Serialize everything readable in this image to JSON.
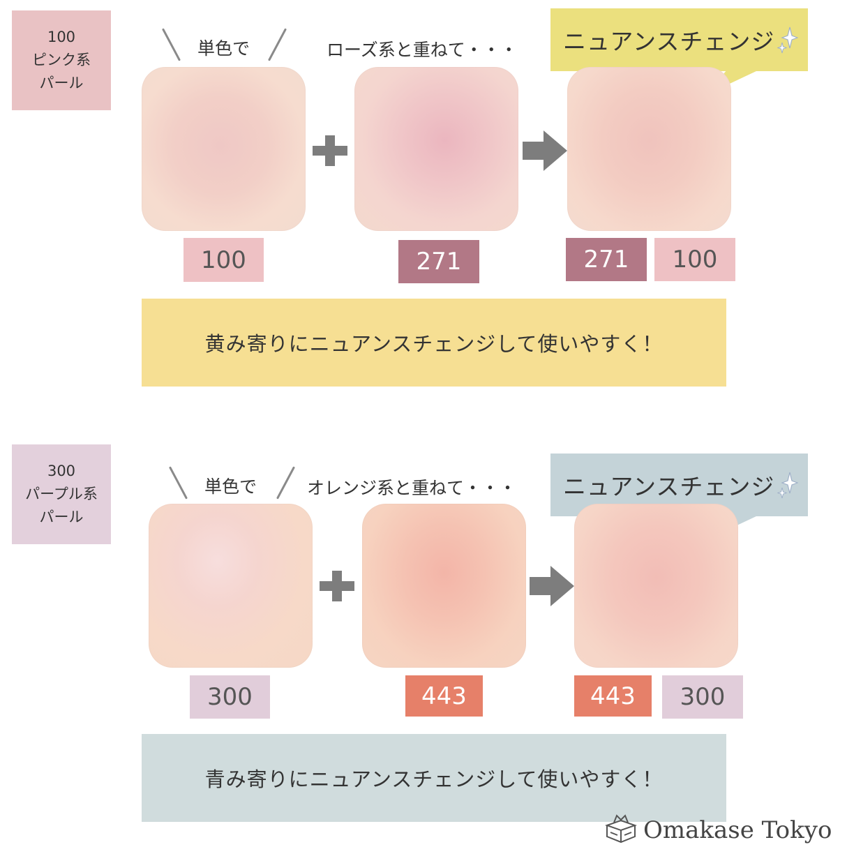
{
  "colors": {
    "tag_pink": "#e9c2c4",
    "tag_purple": "#e3d0dc",
    "label_light_pink": "#eec1c4",
    "label_mauve": "#b27886",
    "label_lavender": "#e1cdda",
    "label_coral": "#e68069",
    "banner_yellow": "#f6df93",
    "banner_blue": "#d0dcdd",
    "bubble_yellow": "#ebe07e",
    "bubble_blue": "#c4d3d8",
    "operator_gray": "#7d7d7d"
  },
  "section1": {
    "tag": [
      "100",
      "ピンク系",
      "パール"
    ],
    "caption_single": "単色で",
    "caption_layer": "ローズ系と重ねて・・・",
    "bubble": "ニュアンスチェンジ",
    "labels": [
      "100",
      "271",
      "271",
      "100"
    ],
    "banner": "黄み寄りにニュアンスチェンジして使いやすく！"
  },
  "section2": {
    "tag": [
      "300",
      "パープル系",
      "パール"
    ],
    "caption_single": "単色で",
    "caption_layer": "オレンジ系と重ねて・・・",
    "bubble": "ニュアンスチェンジ",
    "labels": [
      "300",
      "443",
      "443",
      "300"
    ],
    "banner": "青み寄りにニュアンスチェンジして使いやすく！"
  },
  "icons": {
    "plus": "plus-icon",
    "arrow": "arrow-right-icon",
    "sparkle": "sparkle-icon",
    "logo": "box-logo-icon"
  },
  "brand": "Omakase Tokyo"
}
